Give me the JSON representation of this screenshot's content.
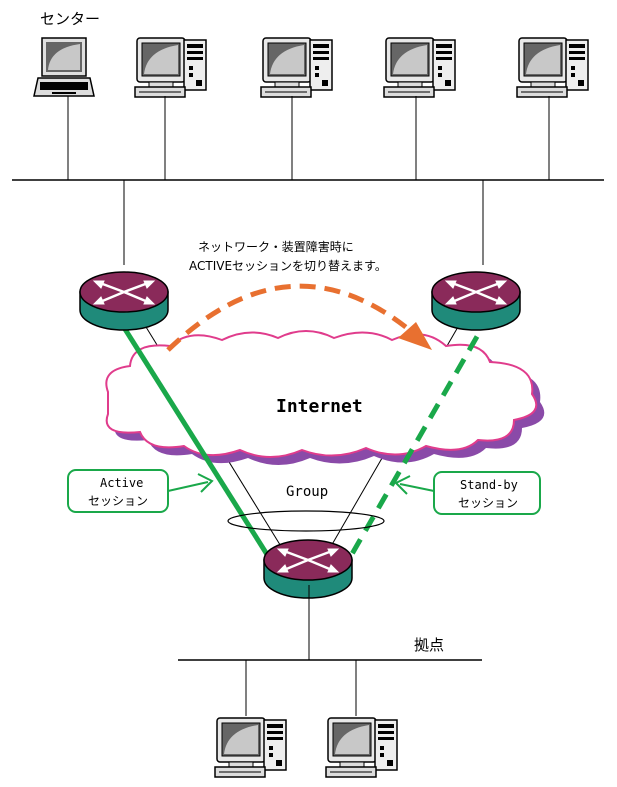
{
  "labels": {
    "center": "センター",
    "annotation_line1": "ネットワーク・装置障害時に",
    "annotation_line2": "ACTIVEセッションを切り替えます。",
    "internet": "Internet",
    "group": "Group",
    "active_line1": "Active",
    "active_line2": "セッション",
    "standby_line1": "Stand-by",
    "standby_line2": "セッション",
    "branch": "拠点"
  },
  "colors": {
    "active_session": "#1aa84a",
    "standby_session": "#1aa84a",
    "failover_arrow": "#e87030",
    "router_top": "#8a2a5a",
    "router_body": "#1f8a7a",
    "cloud_stroke": "#e03c8c",
    "cloud_shadow": "#8a4aa8",
    "callout_border": "#1aa84a"
  },
  "icons": {
    "laptop": "laptop-icon",
    "desktop": "desktop-pc-icon",
    "router": "router-icon",
    "cloud": "internet-cloud-icon"
  }
}
